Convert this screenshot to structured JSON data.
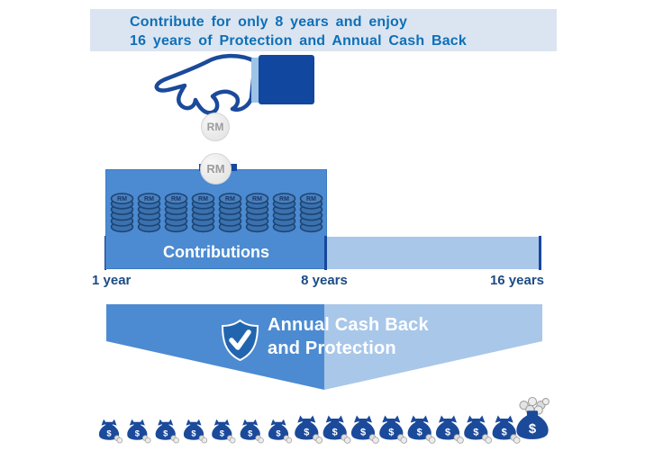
{
  "header": {
    "line1": "Contribute for only 8 years and enjoy",
    "line2": "16 years of Protection and Annual Cash Back"
  },
  "coin": {
    "label": "RM"
  },
  "contributions": {
    "label": "Contributions",
    "stack_count": 8,
    "coins_per_stack": 5,
    "coin_label": "RM"
  },
  "timeline": {
    "start_label": "1 year",
    "mid_label": "8 years",
    "end_label": "16 years"
  },
  "cashback": {
    "line1": "Annual Cash Back",
    "line2": "and Protection",
    "bag_count": 16,
    "currency_symbol": "$",
    "bag_scales": [
      0.85,
      0.85,
      0.85,
      0.85,
      0.85,
      0.85,
      0.85,
      1,
      1,
      1,
      1,
      1,
      1,
      1,
      1,
      1.35
    ]
  },
  "colors": {
    "header_bg": "#dbe5f1",
    "header_text": "#0e6fb8",
    "medium_blue": "#4c8bd1",
    "light_blue": "#a9c7e9",
    "navy": "#17479e",
    "bag_navy": "#1b4a9b",
    "coin_stack_fill": "#3a71ae",
    "coin_stack_edge": "#1d4473",
    "shield_blue": "#2265af",
    "coin_gray": "#e7e7e7"
  }
}
